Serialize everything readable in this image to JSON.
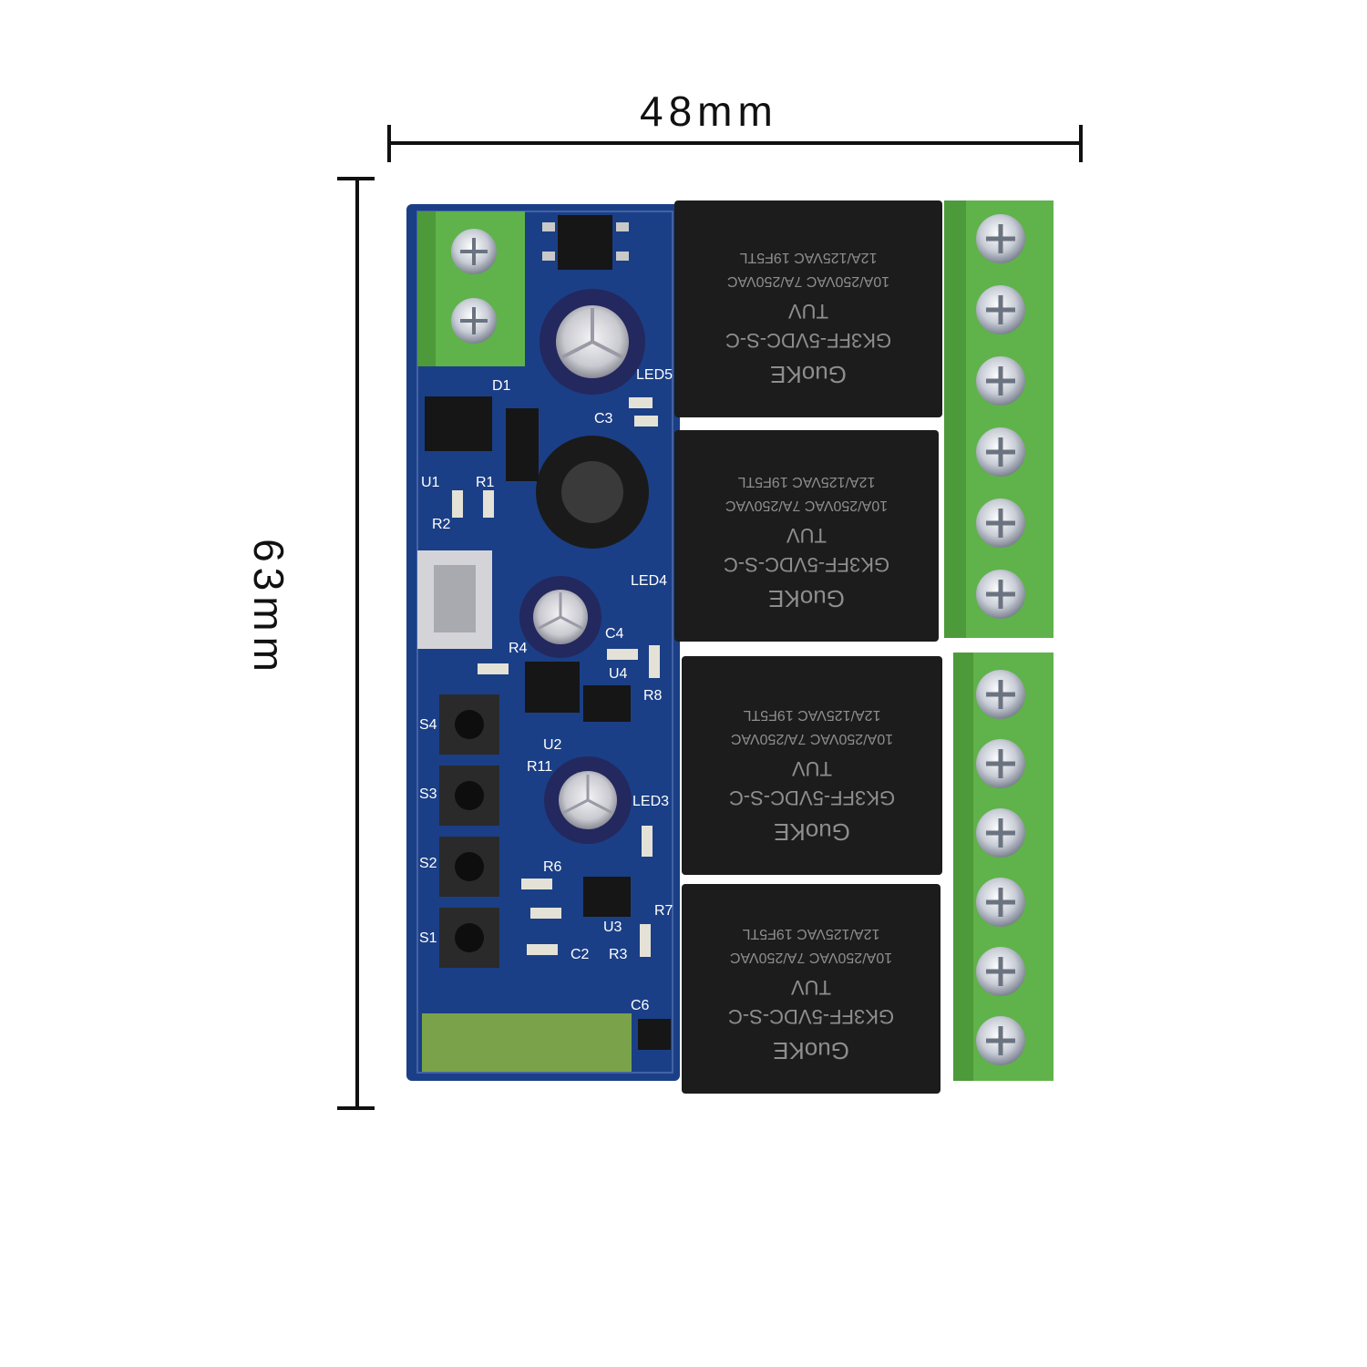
{
  "dimensions": {
    "width_label": "48mm",
    "height_label": "63mm"
  },
  "board": {
    "relay": {
      "brand": "GuoKE",
      "model": "GK3FF-5VDC-S-C",
      "cert": "TUV",
      "rating_1": "10A/250VAC 7A/250VAC",
      "rating_2": "12A/125VAC",
      "code": "19F5TL"
    },
    "silkscreen": {
      "d1": "D1",
      "u1": "U1",
      "r1": "R1",
      "r2": "R2",
      "c3": "C3",
      "led5": "LED5",
      "led4": "LED4",
      "led3": "LED3",
      "c4": "C4",
      "r4": "R4",
      "u4": "U4",
      "r8": "R8",
      "u2": "U2",
      "r11": "R11",
      "s4": "S4",
      "s3": "S3",
      "s2": "S2",
      "s1": "S1",
      "r6": "R6",
      "r7": "R7",
      "u3": "U3",
      "r3": "R3",
      "c2": "C2",
      "c6": "C6"
    },
    "colors": {
      "pcb": "#1b3f86",
      "terminal": "#5fb34a",
      "relay": "#1c1c1c"
    }
  }
}
